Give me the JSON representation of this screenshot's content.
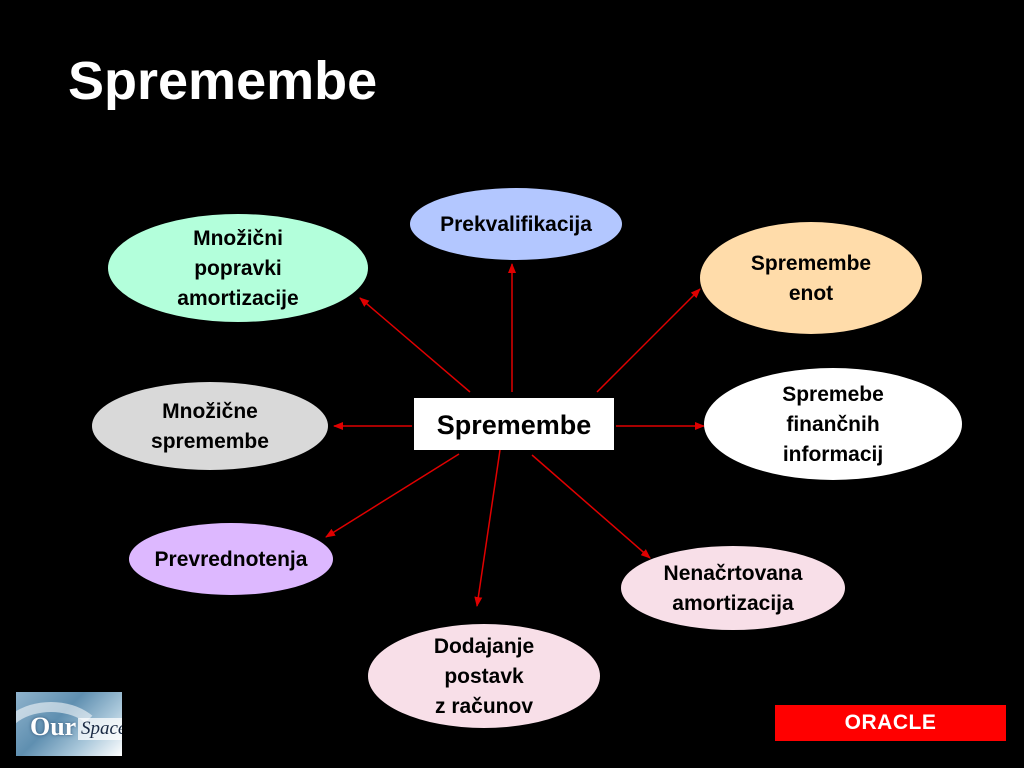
{
  "title": "Spremembe",
  "center_node": {
    "label": "Spremembe",
    "fill": "#ffffff"
  },
  "nodes": [
    {
      "id": "mnozicni-popravki-amortizacije",
      "lines": [
        "Množični",
        "popravki",
        "amortizacije"
      ],
      "fill": "#b3ffdb"
    },
    {
      "id": "prekvalifikacija",
      "lines": [
        "Prekvalifikacija"
      ],
      "fill": "#b3c7ff"
    },
    {
      "id": "spremembe-enot",
      "lines": [
        "Spremembe",
        "enot"
      ],
      "fill": "#ffdcaa"
    },
    {
      "id": "mnozicne-spremembe",
      "lines": [
        "Množične",
        "spremembe"
      ],
      "fill": "#d9d9d9"
    },
    {
      "id": "spremebe-financnih-informacij",
      "lines": [
        "Spremebe",
        "finančnih",
        "informacij"
      ],
      "fill": "#ffffff"
    },
    {
      "id": "prevrednotenja",
      "lines": [
        "Prevrednotenja"
      ],
      "fill": "#ddb8ff"
    },
    {
      "id": "nenacrtovana-amortizacija",
      "lines": [
        "Nenačrtovana",
        "amortizacija"
      ],
      "fill": "#f8dfe8"
    },
    {
      "id": "dodajanje-postavk-z-racunov",
      "lines": [
        "Dodajanje",
        "postavk",
        "z računov"
      ],
      "fill": "#f8dfe8"
    }
  ],
  "arrow_color": "#e00000",
  "logos": {
    "ourspace": {
      "our": "Our",
      "space": "Space"
    },
    "oracle": {
      "text": "ORACLE",
      "color": "#ff0000"
    }
  }
}
